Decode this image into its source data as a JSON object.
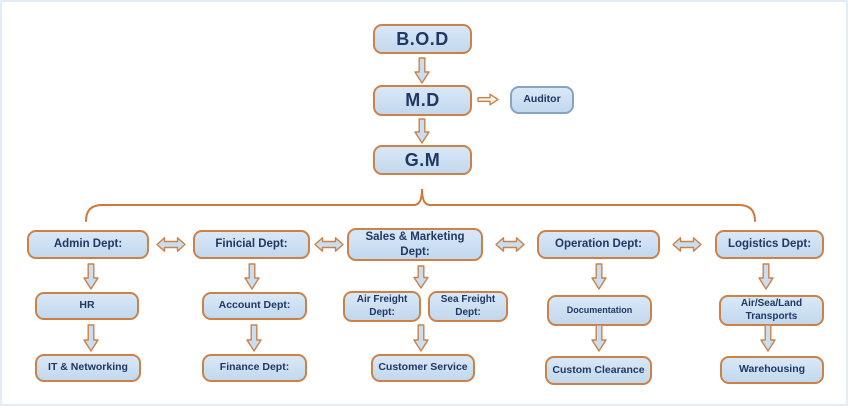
{
  "diagram": {
    "type": "org-chart",
    "nodes": {
      "bod": "B.O.D",
      "md": "M.D",
      "auditor": "Auditor",
      "gm": "G.M",
      "admin": "Admin Dept:",
      "finicial": "Finicial Dept:",
      "sales": "Sales & Marketing Dept:",
      "operation": "Operation Dept:",
      "logistics": "Logistics Dept:",
      "hr": "HR",
      "it": "IT & Networking",
      "account": "Account Dept:",
      "finance": "Finance Dept:",
      "air_freight": "Air Freight Dept:",
      "sea_freight": "Sea Freight Dept:",
      "customer_service": "Customer Service",
      "documentation": "Documentation",
      "custom_clearance": "Custom Clearance",
      "transports": "Air/Sea/Land Transports",
      "warehousing": "Warehousing"
    },
    "edges": [
      [
        "bod",
        "md"
      ],
      [
        "md",
        "auditor"
      ],
      [
        "md",
        "gm"
      ],
      [
        "gm",
        "admin"
      ],
      [
        "gm",
        "finicial"
      ],
      [
        "gm",
        "sales"
      ],
      [
        "gm",
        "operation"
      ],
      [
        "gm",
        "logistics"
      ],
      [
        "admin",
        "finicial"
      ],
      [
        "finicial",
        "sales"
      ],
      [
        "sales",
        "operation"
      ],
      [
        "operation",
        "logistics"
      ],
      [
        "admin",
        "hr"
      ],
      [
        "hr",
        "it"
      ],
      [
        "finicial",
        "account"
      ],
      [
        "account",
        "finance"
      ],
      [
        "sales",
        "air_freight"
      ],
      [
        "sales",
        "sea_freight"
      ],
      [
        "air_freight",
        "customer_service"
      ],
      [
        "operation",
        "documentation"
      ],
      [
        "documentation",
        "custom_clearance"
      ],
      [
        "logistics",
        "transports"
      ],
      [
        "transports",
        "warehousing"
      ]
    ],
    "colors": {
      "box_fill": "#cbdff2",
      "box_border": "#cc8247",
      "auditor_border": "#87a3c3",
      "text": "#1f3864",
      "arrow_fill": "#c9def2",
      "arrow_border": "#cc8247",
      "auditor_arrow_fill": "#f8f4ee",
      "brace": "#d4773b"
    }
  }
}
